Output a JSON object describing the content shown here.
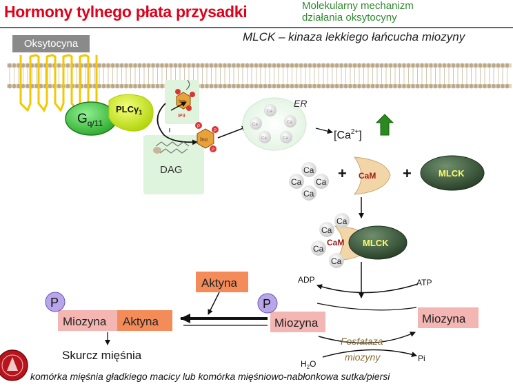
{
  "header": {
    "title": "Hormony tylnego płata przysadki",
    "subtitle_line1": "Molekularny mechanizm",
    "subtitle_line2": "działania oksytocyny",
    "definition": "MLCK – kinaza lekkiego łańcucha miozyny"
  },
  "membrane": {
    "receptor_label": "Oksytocyna",
    "gq_main": "G",
    "gq_sub": "q/11",
    "plc_main": "PLCγ",
    "plc_sub": "1",
    "ip3": "IP3",
    "ino": "Ino",
    "dag": "DAG",
    "p": "P"
  },
  "er": {
    "label": "ER",
    "ca_small": "Ca",
    "calcium": "[Ca",
    "calcium_sup": "2+",
    "calcium_close": "]"
  },
  "complex": {
    "ca": "Ca",
    "plus": "+",
    "cam": "CaM",
    "mlck": "MLCK"
  },
  "cycle": {
    "p": "P",
    "miozyna": "Miozyna",
    "aktyna": "Aktyna",
    "adp": "ADP",
    "atp": "ATP",
    "fosfataza1": "Fosfataza",
    "fosfataza2": "miozyny",
    "h2o_main": "H",
    "h2o_sub": "2",
    "h2o_end": "O",
    "pi": "Pi"
  },
  "bottom": {
    "skurcz": "Skurcz mięśnia",
    "footer": "komórka mięśnia gładkiego macicy lub komórka mięśniowo-nabłonkowa sutka/piersi"
  },
  "colors": {
    "title": "#e0001a",
    "subtitle": "#2e8a2e",
    "gq_fill": "#3cc43c",
    "plc_fill": "#d4f200",
    "mlck_fill": "#3a5a3a",
    "box_pink": "#f4b6b2",
    "box_orange": "#f48c5a",
    "p_circle": "#b9a6ea",
    "arrow_up": "#2b8a1e"
  }
}
